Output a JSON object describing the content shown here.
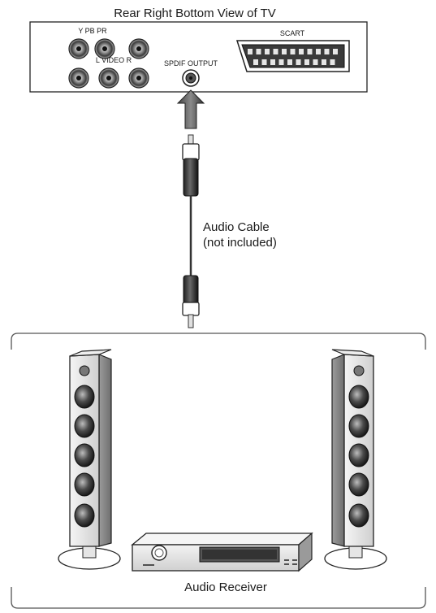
{
  "tv_panel": {
    "title": "Rear Right Bottom View of TV",
    "component_label": "Y PB PR",
    "av_label": "L VIDEO R",
    "spdif_label": "SPDIF OUTPUT",
    "scart_label": "SCART"
  },
  "cable": {
    "label_line1": "Audio Cable",
    "label_line2": "(not included)"
  },
  "receiver": {
    "label": "Audio Receiver"
  }
}
